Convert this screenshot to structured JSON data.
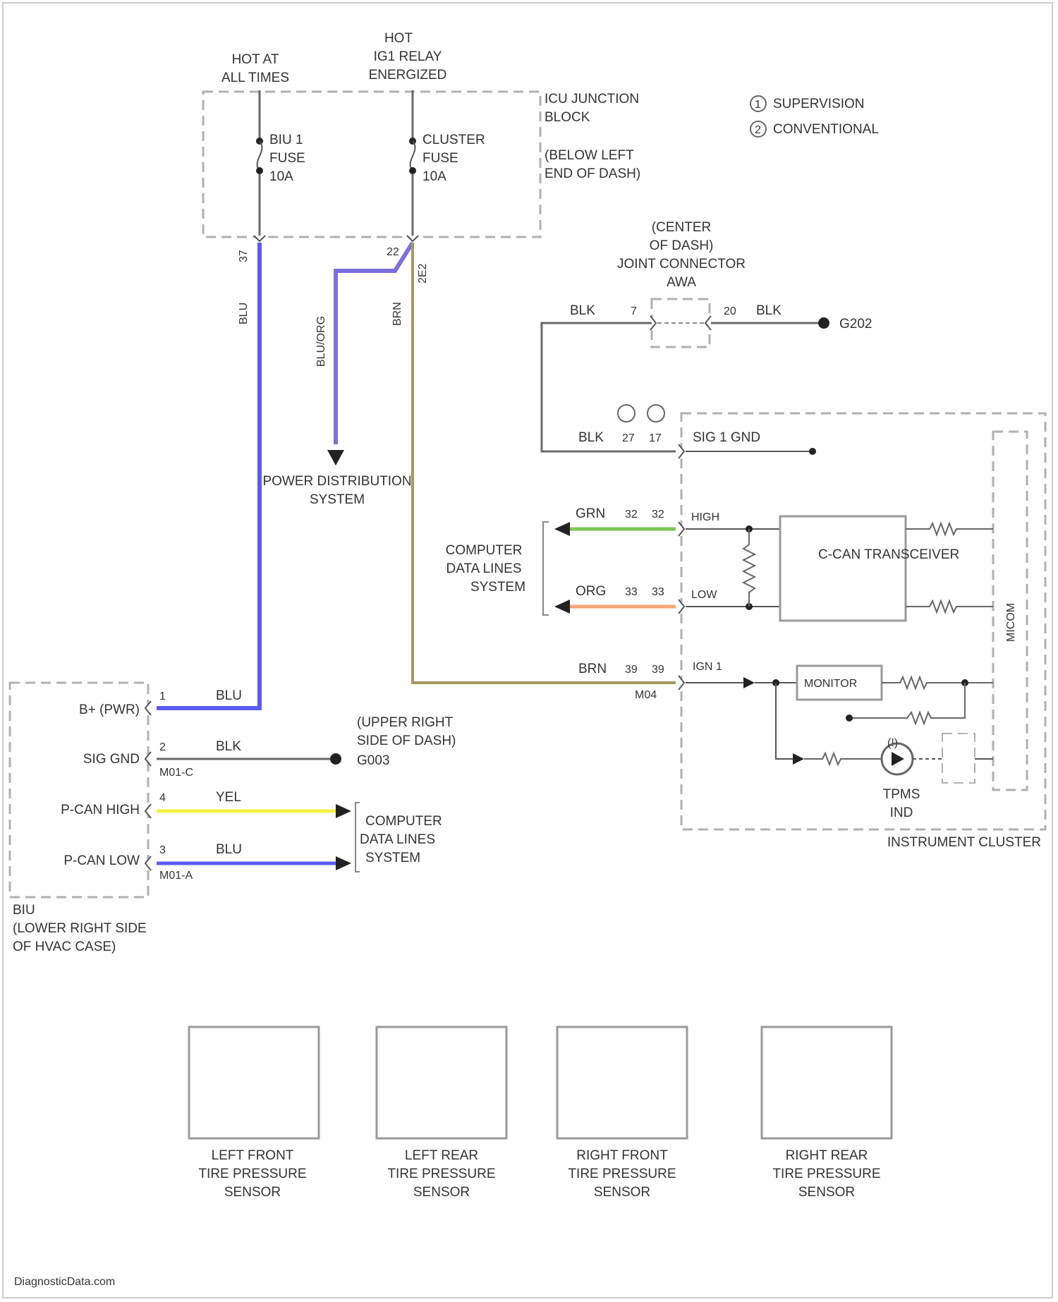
{
  "legend": [
    {
      "symbol": "1",
      "text": "SUPERVISION"
    },
    {
      "symbol": "2",
      "text": "CONVENTIONAL"
    }
  ],
  "power": {
    "hot_at_all_times": [
      "HOT AT",
      "ALL TIMES"
    ],
    "hot_relay": [
      "HOT",
      "IG1 RELAY",
      "ENERGIZED"
    ],
    "fuse_1": [
      "BIU 1",
      "FUSE",
      "10A"
    ],
    "fuse_2": [
      "CLUSTER",
      "FUSE",
      "10A"
    ],
    "junction_block": [
      "ICU JUNCTION",
      "BLOCK",
      "(BELOW LEFT",
      "END OF DASH)"
    ],
    "pin_left": "37",
    "pin_mid": "22",
    "pin_right": "2E2",
    "wire_left_color": "BLU",
    "wire_mid_color": "BLU/ORG",
    "wire_right_color": "BRN",
    "power_distribution": [
      "POWER DISTRIBUTION",
      "SYSTEM"
    ]
  },
  "joint_connector": {
    "label": [
      "(CENTER",
      "OF DASH)",
      "JOINT CONNECTOR",
      "AWA"
    ],
    "left_wire": "BLK",
    "left_pin": "7",
    "right_pin": "20",
    "right_wire": "BLK",
    "ground": "G202"
  },
  "cluster": {
    "title": "INSTRUMENT CLUSTER",
    "sig_gnd": {
      "wire": "BLK",
      "pin1": "27",
      "pin2": "17",
      "label": "SIG 1 GND"
    },
    "high": {
      "wire": "GRN",
      "pin1": "32",
      "pin2": "32",
      "label": "HIGH"
    },
    "low": {
      "wire": "ORG",
      "pin1": "33",
      "pin2": "33",
      "label": "LOW"
    },
    "ign": {
      "wire": "BRN",
      "pin1": "39",
      "pin2": "39",
      "label": "IGN 1",
      "connector": "M04"
    },
    "transceiver": "C-CAN TRANSCEIVER",
    "micom": "MICOM",
    "monitor": "MONITOR",
    "tpms": [
      "TPMS",
      "IND"
    ],
    "tpms_symbol": "(!)",
    "computer_lines": [
      "COMPUTER",
      "DATA LINES",
      "SYSTEM"
    ]
  },
  "biu": {
    "title": [
      "BIU",
      "(LOWER RIGHT SIDE",
      "OF HVAC CASE)"
    ],
    "rows": [
      {
        "label": "B+ (PWR)",
        "pin": "1",
        "wire": "BLU",
        "connector": ""
      },
      {
        "label": "SIG GND",
        "pin": "2",
        "wire": "BLK",
        "connector": "M01-C"
      },
      {
        "label": "P-CAN HIGH",
        "pin": "4",
        "wire": "YEL",
        "connector": ""
      },
      {
        "label": "P-CAN LOW",
        "pin": "3",
        "wire": "BLU",
        "connector": "M01-A"
      }
    ],
    "ground_label": [
      "(UPPER RIGHT",
      "SIDE OF DASH)",
      "G003"
    ],
    "computer_lines": [
      "COMPUTER",
      "DATA LINES",
      "SYSTEM"
    ]
  },
  "sensors": [
    [
      "LEFT FRONT",
      "TIRE PRESSURE",
      "SENSOR"
    ],
    [
      "LEFT REAR",
      "TIRE PRESSURE",
      "SENSOR"
    ],
    [
      "RIGHT FRONT",
      "TIRE PRESSURE",
      "SENSOR"
    ],
    [
      "RIGHT REAR",
      "TIRE PRESSURE",
      "SENSOR"
    ]
  ],
  "footer": "DiagnosticData.com",
  "colors": {
    "blu": "#5b5bf0",
    "blu_org": "#7b6fe0",
    "brn": "#a8975e",
    "grn": "#7cc653",
    "org": "#f2a677",
    "yel": "#f2f040",
    "blk": "#6a6a6a"
  }
}
